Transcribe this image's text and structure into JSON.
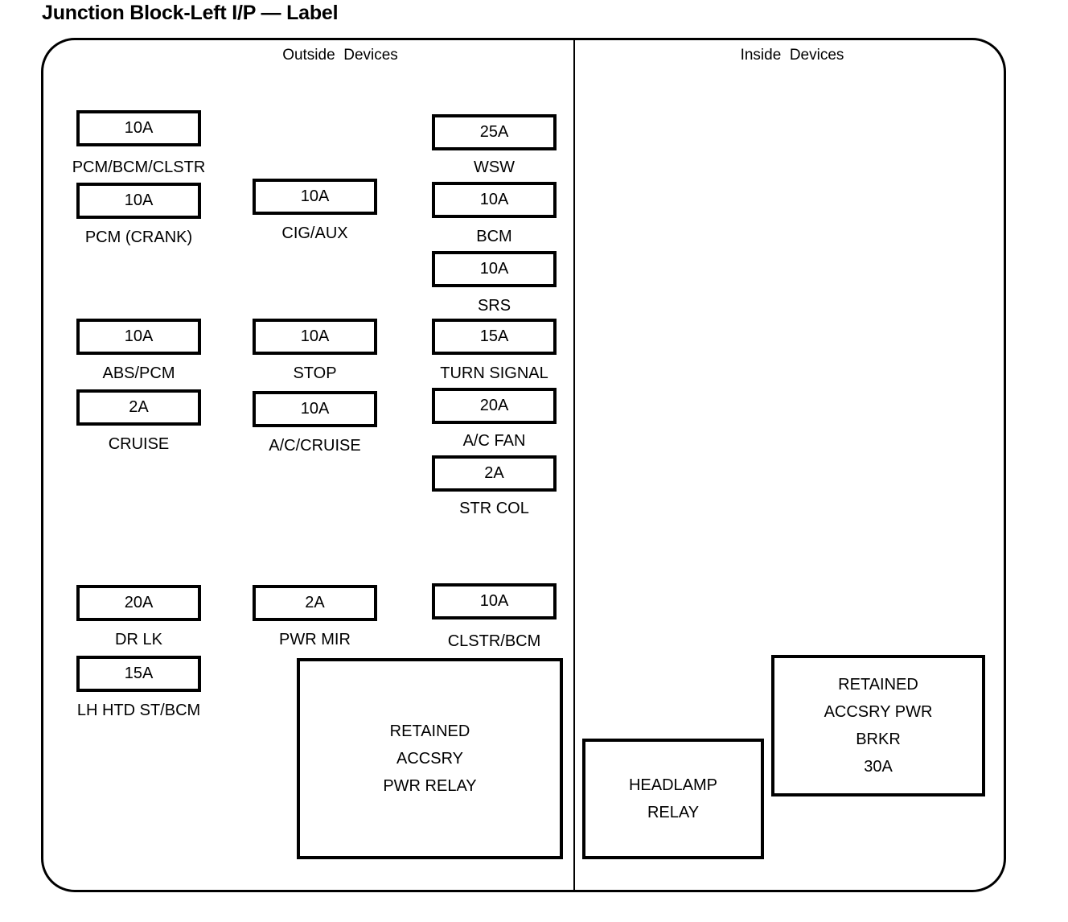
{
  "title": "Junction Block-Left I/P — Label",
  "sections": {
    "outside": "Outside  Devices",
    "inside": "Inside  Devices"
  },
  "colors": {
    "line": "#000000",
    "background": "#ffffff"
  },
  "fuses": {
    "col1": [
      {
        "amp": "10A",
        "label": "PCM/BCM/CLSTR"
      },
      {
        "amp": "10A",
        "label": "PCM (CRANK)"
      },
      {
        "amp": "10A",
        "label": "ABS/PCM"
      },
      {
        "amp": "2A",
        "label": "CRUISE"
      },
      {
        "amp": "20A",
        "label": "DR LK"
      },
      {
        "amp": "15A",
        "label": "LH HTD ST/BCM"
      }
    ],
    "col2": [
      {
        "amp": "10A",
        "label": "CIG/AUX"
      },
      {
        "amp": "10A",
        "label": "STOP"
      },
      {
        "amp": "10A",
        "label": "A/C/CRUISE"
      },
      {
        "amp": "2A",
        "label": "PWR MIR"
      }
    ],
    "col3": [
      {
        "amp": "25A",
        "label": "WSW"
      },
      {
        "amp": "10A",
        "label": "BCM"
      },
      {
        "amp": "10A",
        "label": "SRS"
      },
      {
        "amp": "15A",
        "label": "TURN SIGNAL"
      },
      {
        "amp": "20A",
        "label": "A/C FAN"
      },
      {
        "amp": "2A",
        "label": "STR COL"
      },
      {
        "amp": "10A",
        "label": "CLSTR/BCM"
      }
    ]
  },
  "components": {
    "retained_accsry_pwr_relay": {
      "lines": [
        "RETAINED",
        "ACCSRY",
        "PWR RELAY"
      ]
    },
    "headlamp_relay": {
      "lines": [
        "HEADLAMP",
        "RELAY"
      ]
    },
    "retained_accsry_pwr_brkr": {
      "lines": [
        "RETAINED",
        "ACCSRY PWR",
        "BRKR",
        "30A"
      ]
    }
  }
}
